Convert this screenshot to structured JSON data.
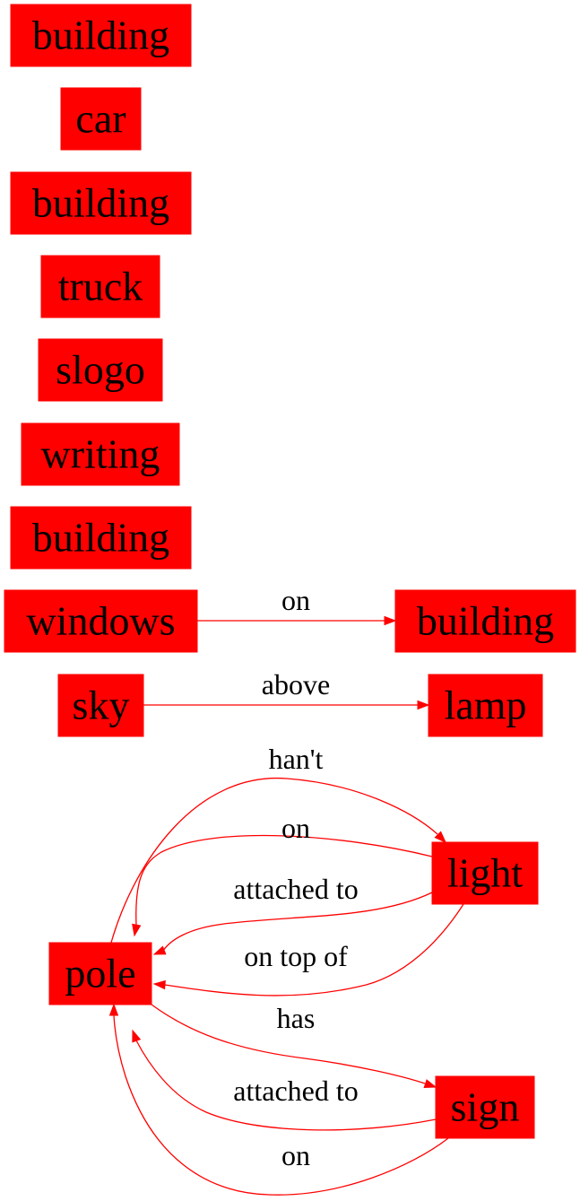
{
  "colors": {
    "node_fill": "#ff0000",
    "edge": "#ff0000",
    "text": "#000000",
    "background": "#ffffff"
  },
  "nodes": [
    {
      "id": "n0",
      "label": "building"
    },
    {
      "id": "n1",
      "label": "car"
    },
    {
      "id": "n2",
      "label": "building"
    },
    {
      "id": "n3",
      "label": "truck"
    },
    {
      "id": "n4",
      "label": "slogo"
    },
    {
      "id": "n5",
      "label": "writing"
    },
    {
      "id": "n6",
      "label": "building"
    },
    {
      "id": "n7",
      "label": "windows"
    },
    {
      "id": "n8",
      "label": "building"
    },
    {
      "id": "n9",
      "label": "sky"
    },
    {
      "id": "n10",
      "label": "lamp"
    },
    {
      "id": "n11",
      "label": "light"
    },
    {
      "id": "n12",
      "label": "pole"
    },
    {
      "id": "n13",
      "label": "sign"
    }
  ],
  "edges": [
    {
      "id": "e0",
      "from": "windows",
      "to": "building",
      "label": "on"
    },
    {
      "id": "e1",
      "from": "sky",
      "to": "lamp",
      "label": "above"
    },
    {
      "id": "e2",
      "from": "pole",
      "to": "light",
      "label": "han't"
    },
    {
      "id": "e3",
      "from": "light",
      "to": "pole",
      "label": "on"
    },
    {
      "id": "e4",
      "from": "light",
      "to": "pole",
      "label": "attached to"
    },
    {
      "id": "e5",
      "from": "light",
      "to": "pole",
      "label": "on top of"
    },
    {
      "id": "e6",
      "from": "pole",
      "to": "sign",
      "label": "has"
    },
    {
      "id": "e7",
      "from": "sign",
      "to": "pole",
      "label": "attached to"
    },
    {
      "id": "e8",
      "from": "sign",
      "to": "pole",
      "label": "on"
    }
  ]
}
